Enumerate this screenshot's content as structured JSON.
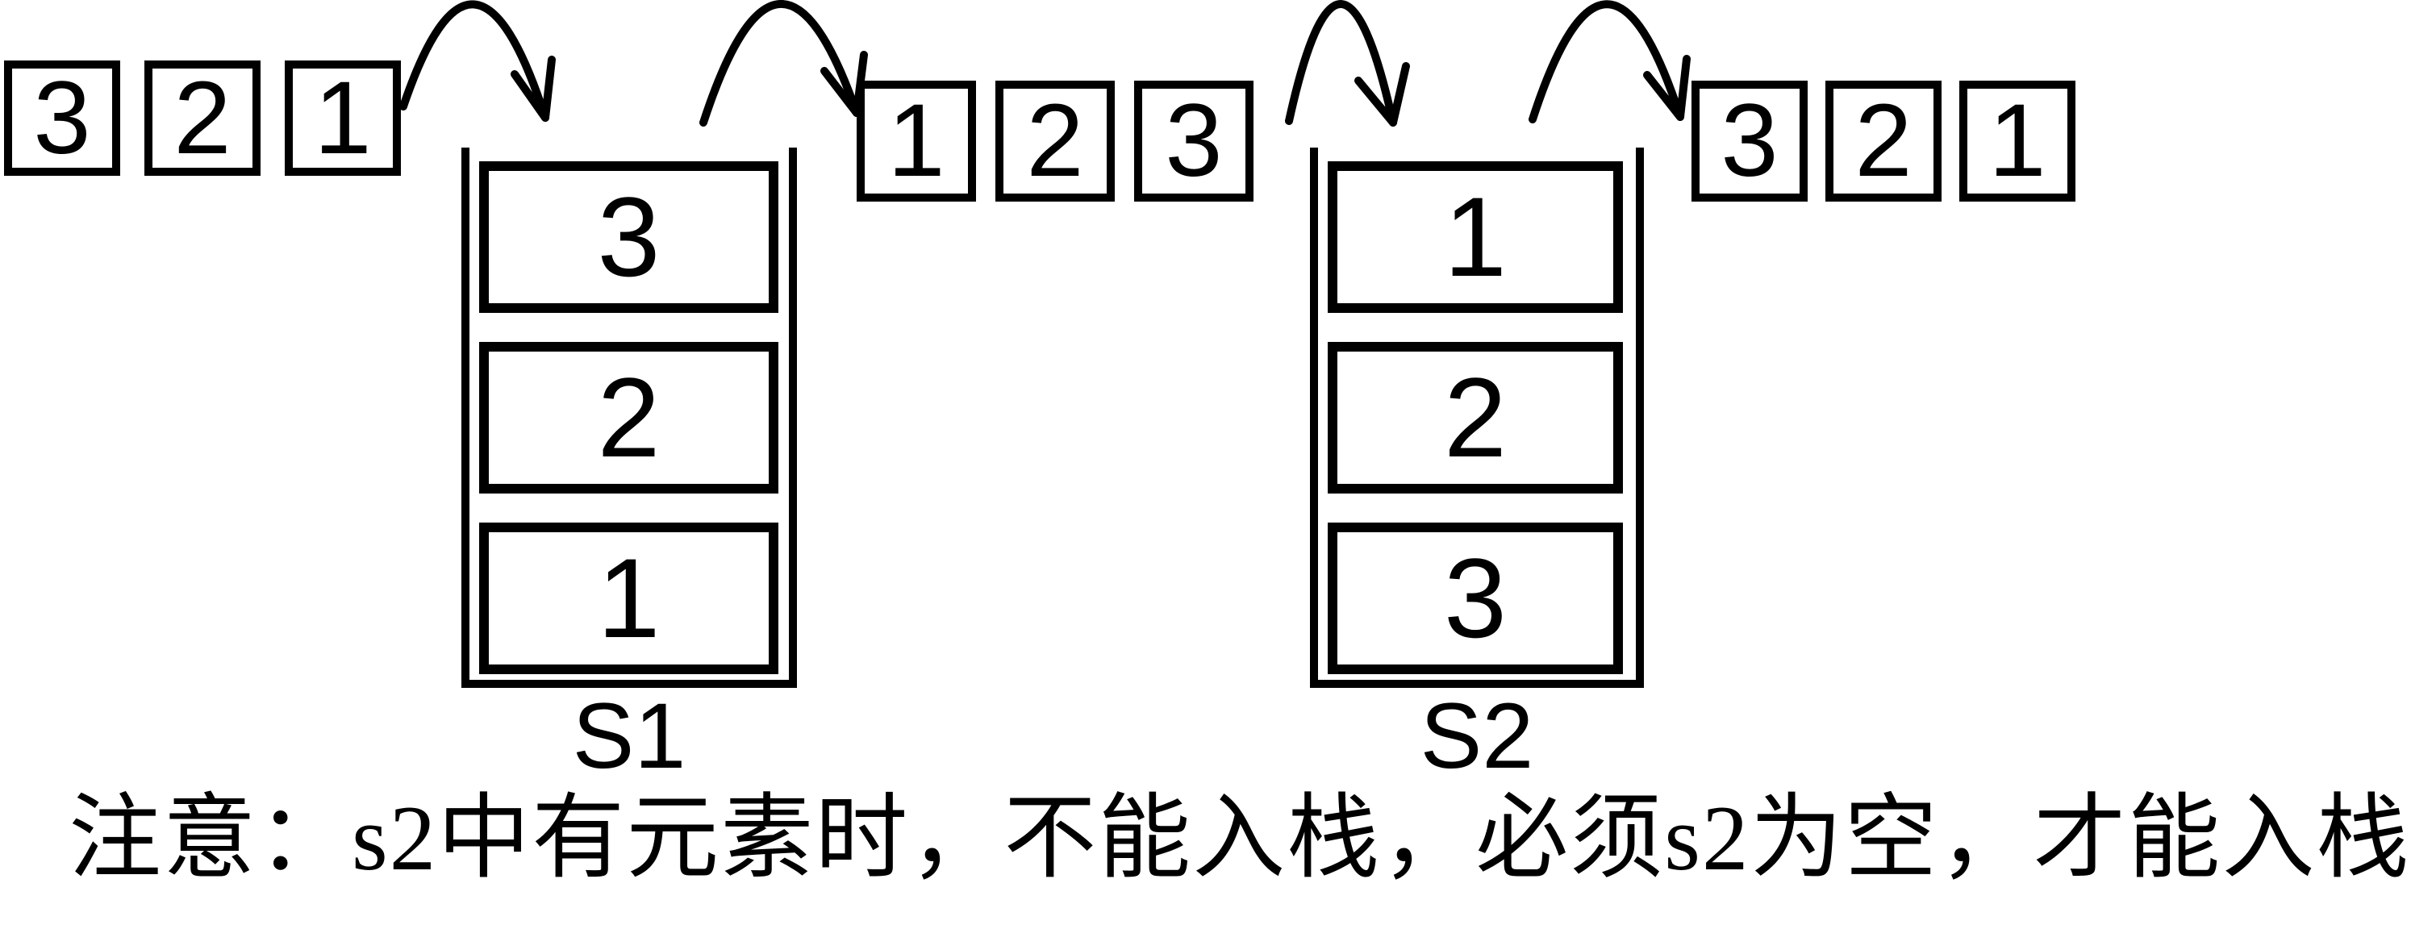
{
  "canvas": {
    "background": "#ffffff",
    "ink": "#000000"
  },
  "input_sequence": {
    "boxes": [
      "3",
      "2",
      "1"
    ]
  },
  "middle_sequence": {
    "boxes": [
      "1",
      "2",
      "3"
    ]
  },
  "output_sequence": {
    "boxes": [
      "3",
      "2",
      "1"
    ]
  },
  "stack_s1": {
    "label": "S1",
    "items_top_to_bottom": [
      "3",
      "2",
      "1"
    ]
  },
  "stack_s2": {
    "label": "S2",
    "items_top_to_bottom": [
      "1",
      "2",
      "3"
    ]
  },
  "arrows": {
    "push_s1": "arc-into-s1",
    "pop_s1": "arc-s1-to-middle-sequence",
    "push_s2": "arc-into-s2",
    "pop_s2": "arc-s2-to-output-sequence"
  },
  "note": {
    "text": "注意：s2中有元素时，不能入栈，必须s2为空，才能入栈"
  }
}
